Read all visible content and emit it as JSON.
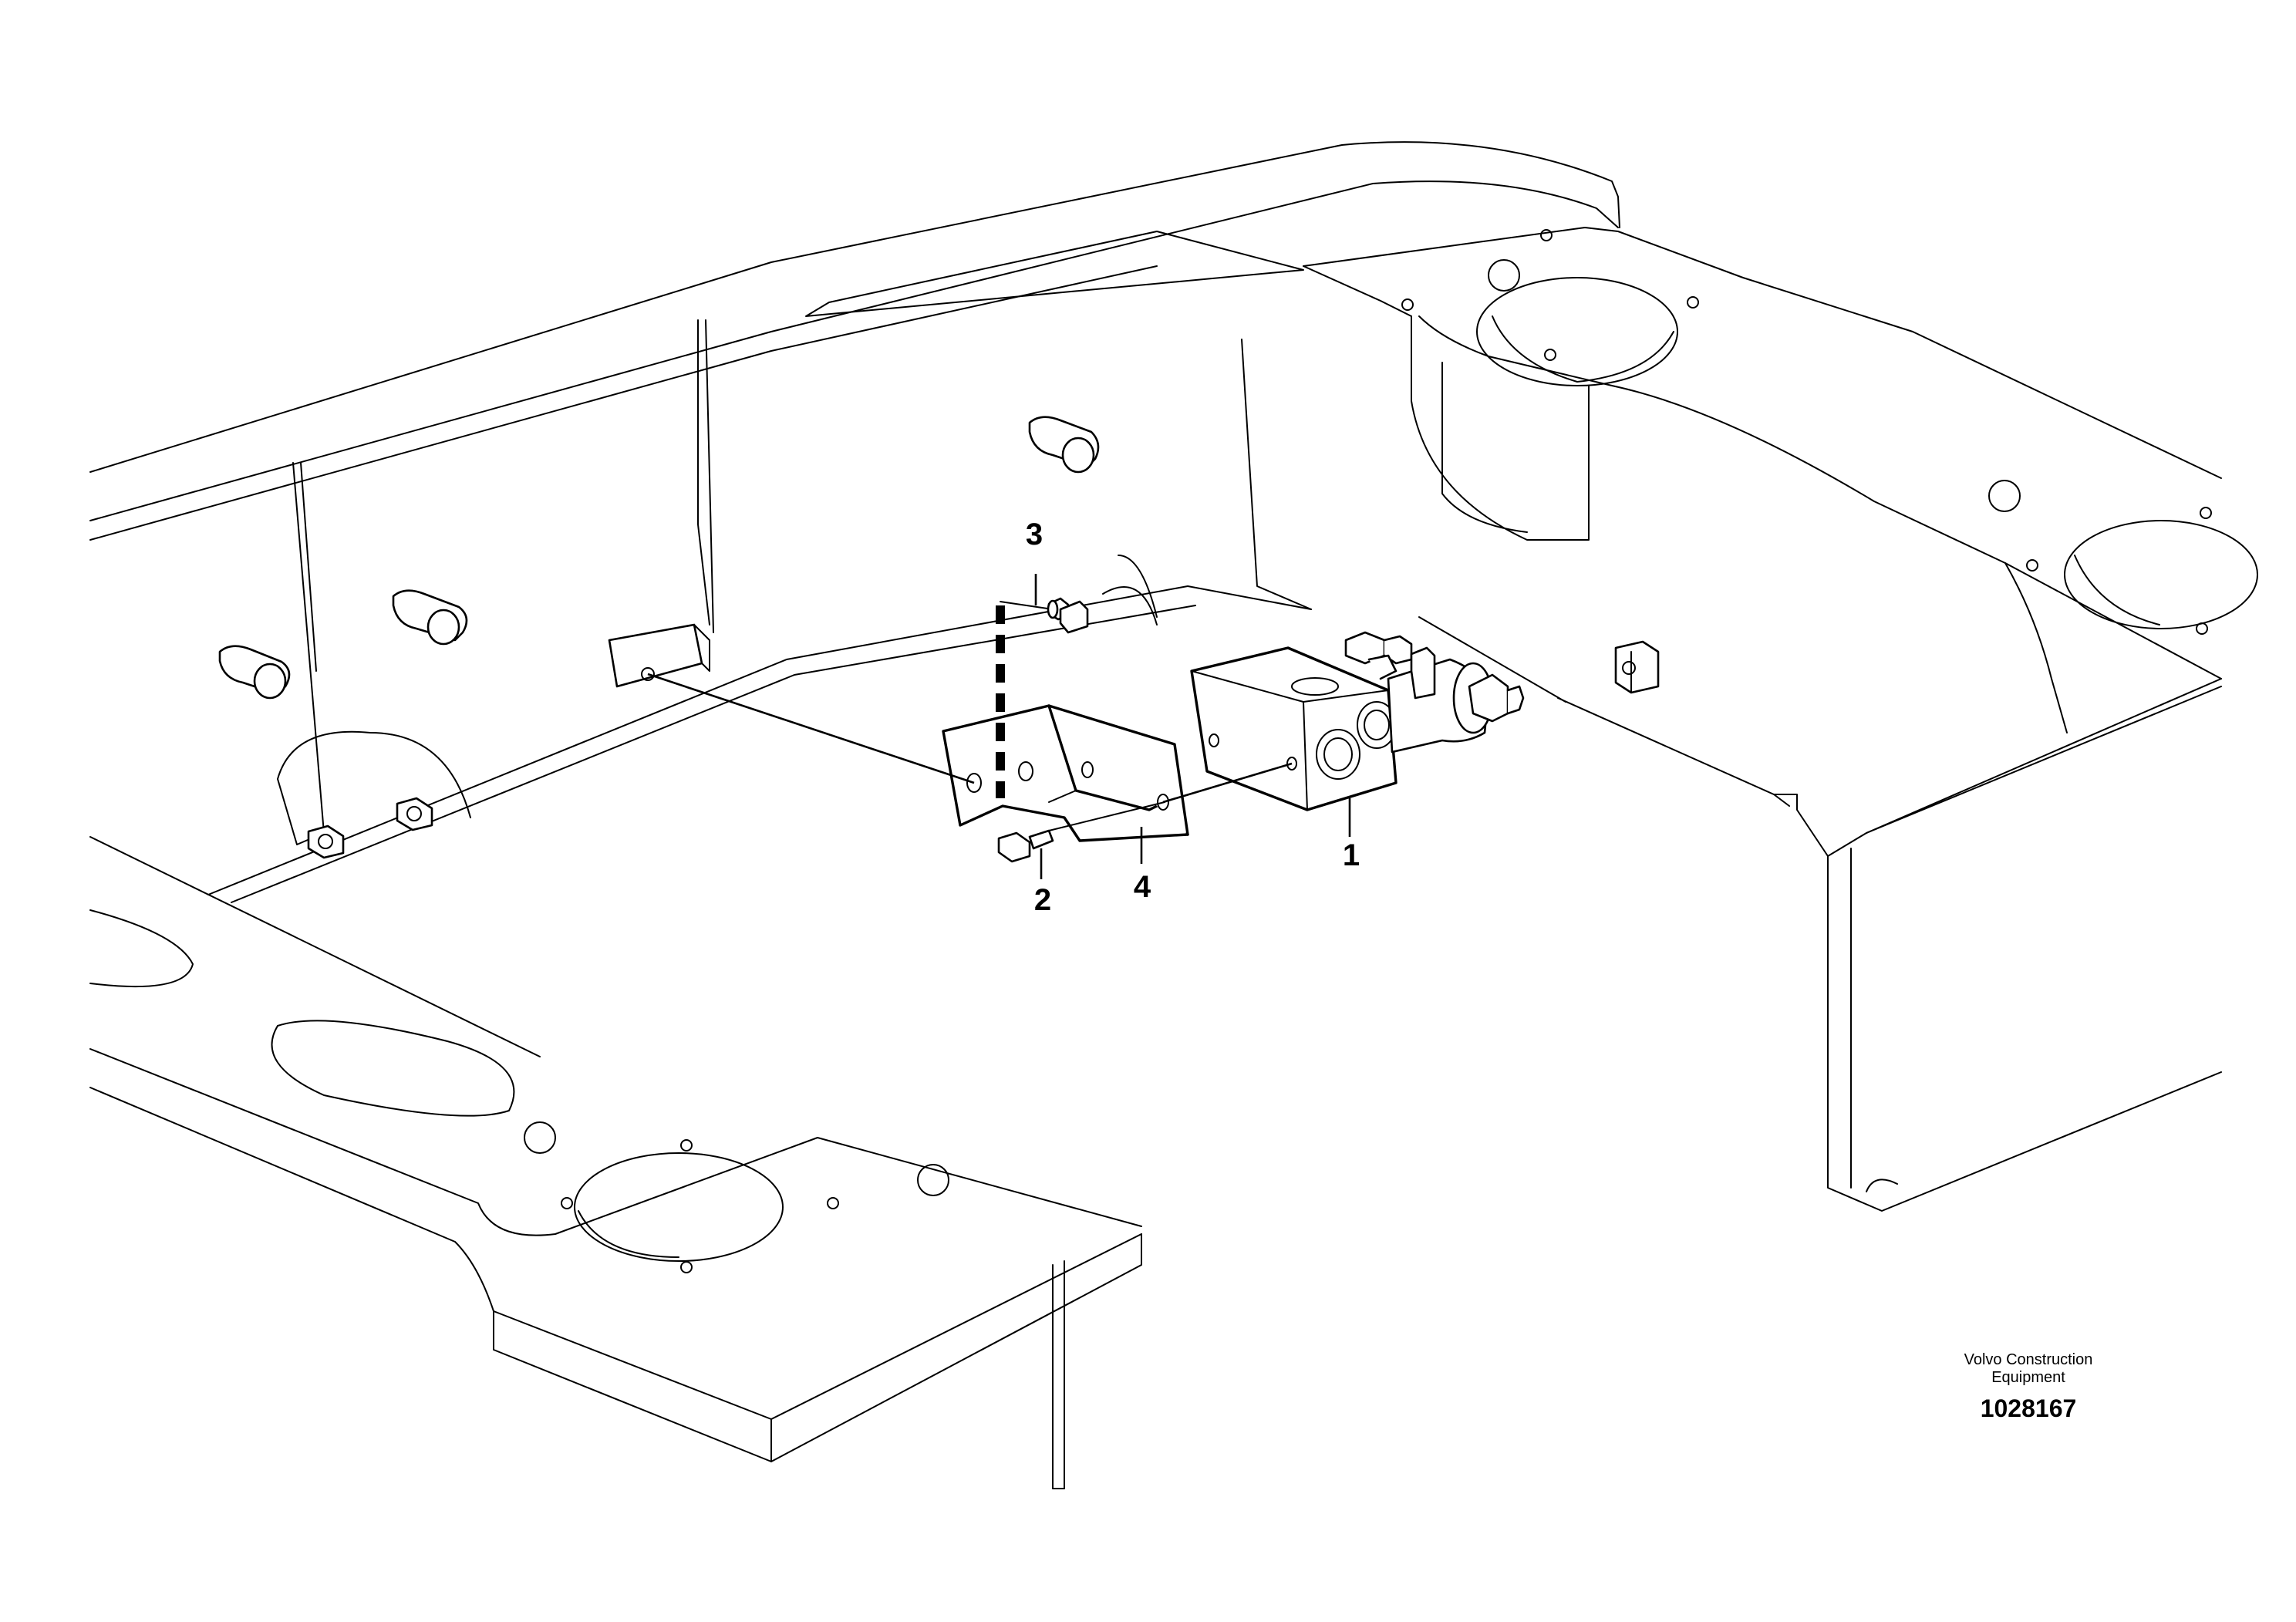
{
  "callouts": [
    {
      "label": "1"
    },
    {
      "label": "2"
    },
    {
      "label": "3"
    },
    {
      "label": "4"
    }
  ],
  "credit": {
    "line1": "Volvo Construction",
    "line2": "Equipment",
    "figure_number": "1028167"
  }
}
